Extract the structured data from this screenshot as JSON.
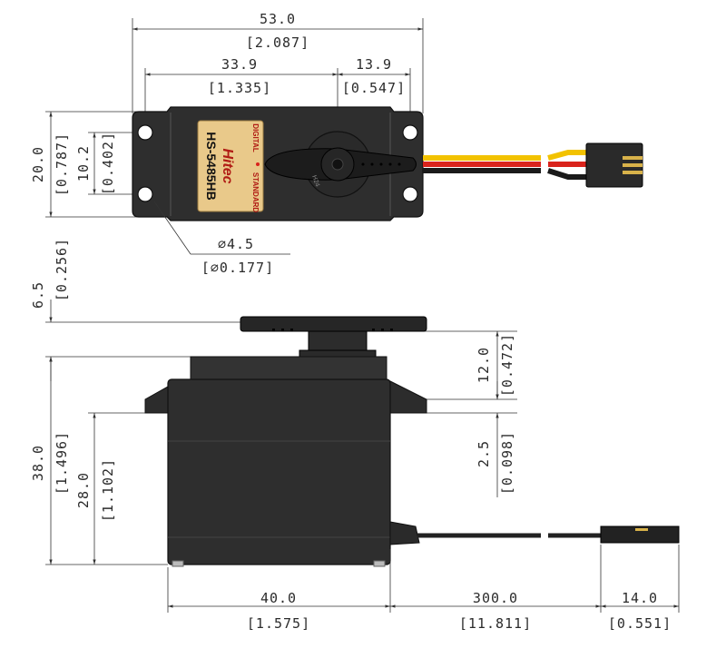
{
  "top_view": {
    "overall_length": {
      "mm": "53.0",
      "in": "[2.087]"
    },
    "mount_to_shaft": {
      "mm": "33.9",
      "in": "[1.335]"
    },
    "shaft_to_end": {
      "mm": "13.9",
      "in": "[0.547]"
    },
    "width": {
      "mm": "20.0",
      "in": "[0.787]"
    },
    "hole_spacing": {
      "mm": "10.2",
      "in": "[0.402]"
    },
    "hole_diameter": {
      "mm": "∅4.5",
      "in": "[∅0.177]"
    },
    "label": {
      "brand": "Hitec",
      "model": "HS-5485HB",
      "digital": "DIGITAL",
      "standard": "STANDARD",
      "horn_mark": "H24"
    }
  },
  "side_view": {
    "horn_thickness": {
      "mm": "6.5",
      "in": "[0.256]"
    },
    "overall_height": {
      "mm": "38.0",
      "in": "[1.496]"
    },
    "body_height": {
      "mm": "28.0",
      "in": "[1.102]"
    },
    "flange_to_horn": {
      "mm": "12.0",
      "in": "[0.472]"
    },
    "flange_thickness": {
      "mm": "2.5",
      "in": "[0.098]"
    },
    "body_length": {
      "mm": "40.0",
      "in": "[1.575]"
    },
    "lead_length": {
      "mm": "300.0",
      "in": "[11.811]"
    },
    "connector_length": {
      "mm": "14.0",
      "in": "[0.551]"
    }
  },
  "colors": {
    "wire_yellow": "#f2c200",
    "wire_red": "#d9231c",
    "wire_black": "#1a1a1a",
    "label_gold": "#e9c98a"
  }
}
